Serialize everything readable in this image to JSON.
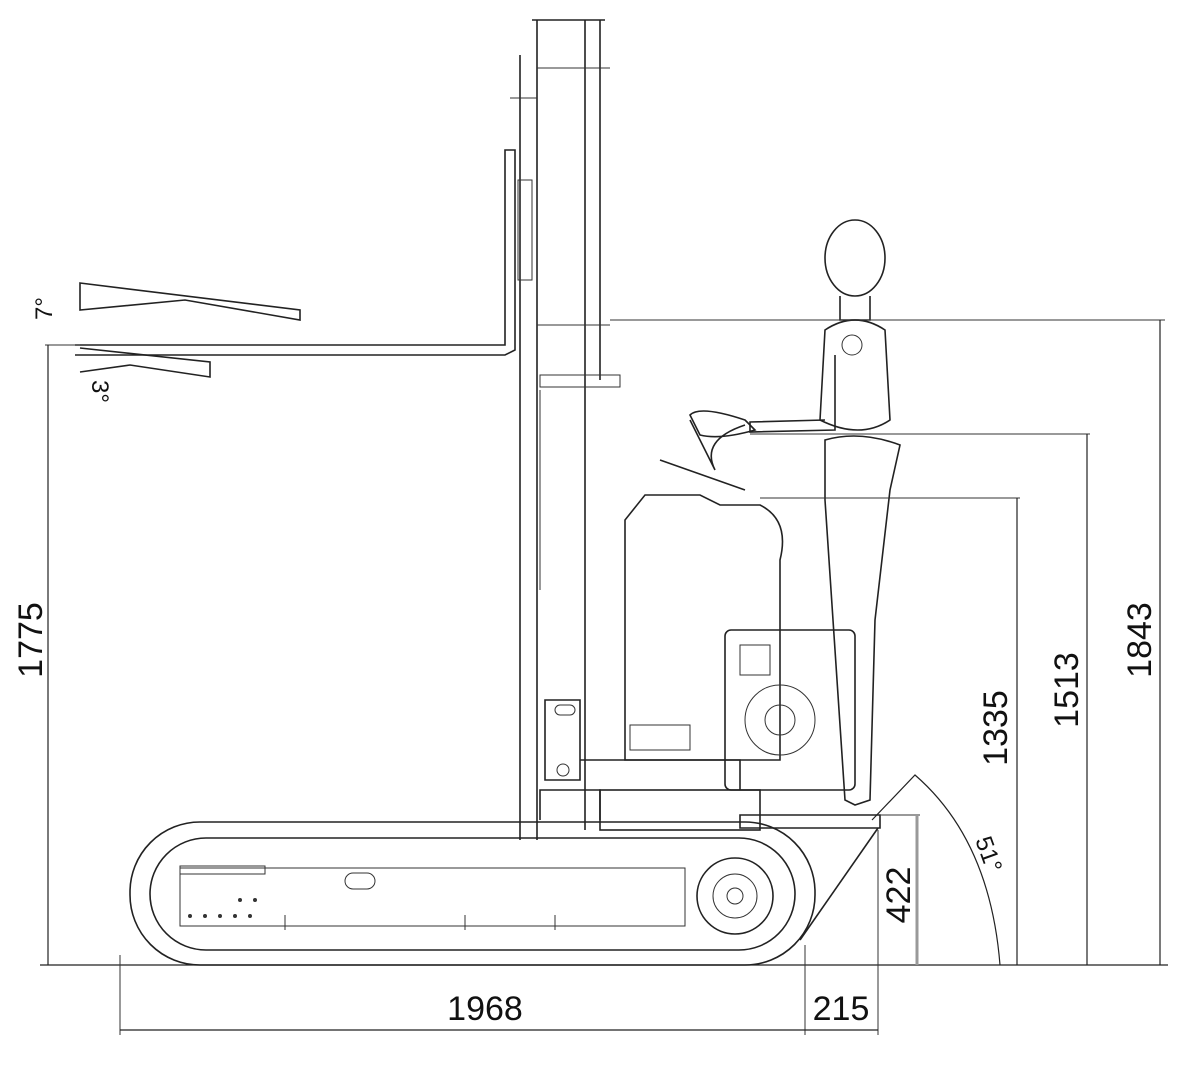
{
  "drawing": {
    "angles": {
      "fork_tilt_up": "7°",
      "fork_tilt_down": "3°",
      "approach_angle": "51°"
    },
    "dimensions": {
      "fork_height": "1775",
      "track_length": "1968",
      "rear_overhang": "215",
      "platform_height": "422",
      "seat_height": "1335",
      "hand_height": "1513",
      "overall_height": "1843"
    }
  }
}
